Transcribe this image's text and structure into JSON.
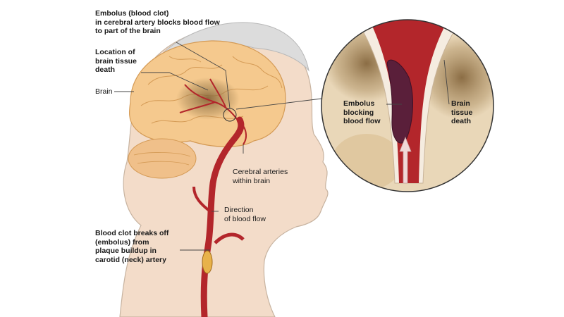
{
  "labels": {
    "embolus_cerebral": "Embolus (blood clot)\nin cerebral artery blocks blood flow\nto part of the brain",
    "tissue_death_location": "Location of\nbrain tissue\ndeath",
    "brain": "Brain",
    "cerebral_arteries": "Cerebral arteries\nwithin brain",
    "direction_flow": "Direction\nof blood flow",
    "clot_breaks_off": "Blood clot breaks off\n(embolus) from\nplaque buildup in\ncarotid (neck) artery",
    "embolus_blocking": "Embolus\nblocking\nblood flow",
    "brain_tissue_death": "Brain\ntissue\ndeath"
  },
  "colors": {
    "skin": "#f3dcc9",
    "brain": "#f5c98e",
    "artery": "#b3262b",
    "plaque": "#e8b24a",
    "necrosis": "#8a6a3c",
    "leader": "#444444"
  }
}
